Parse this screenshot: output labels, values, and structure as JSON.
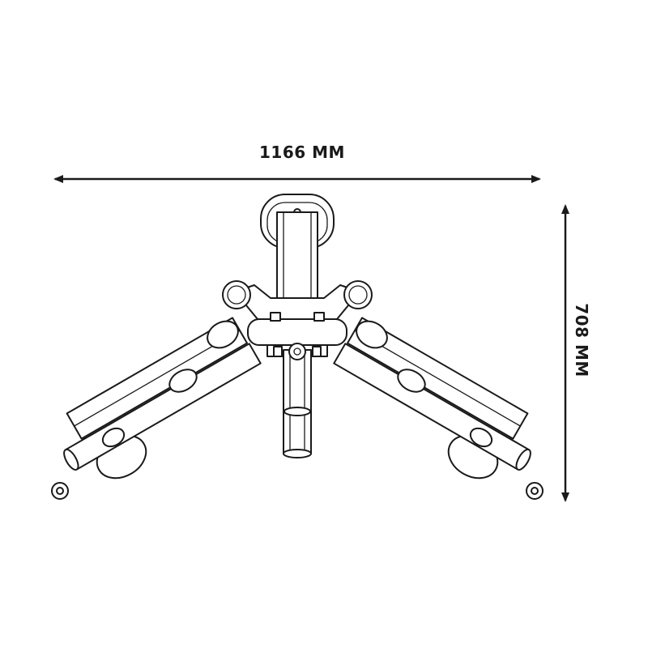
{
  "dimensions": {
    "width_label": "1166 MM",
    "height_label": "708 MM"
  },
  "colors": {
    "line": "#1a1a1a",
    "background": "#ffffff"
  },
  "icons": {
    "width_arrow": "double-headed-horizontal-arrow",
    "height_arrow": "double-headed-vertical-arrow"
  }
}
